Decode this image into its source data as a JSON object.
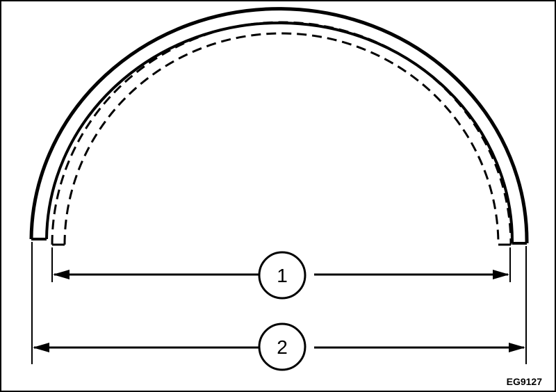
{
  "diagram": {
    "callouts": [
      {
        "number": "1"
      },
      {
        "number": "2"
      }
    ],
    "reference_code": "EG9127",
    "colors": {
      "line": "#000000",
      "background": "#ffffff"
    }
  }
}
